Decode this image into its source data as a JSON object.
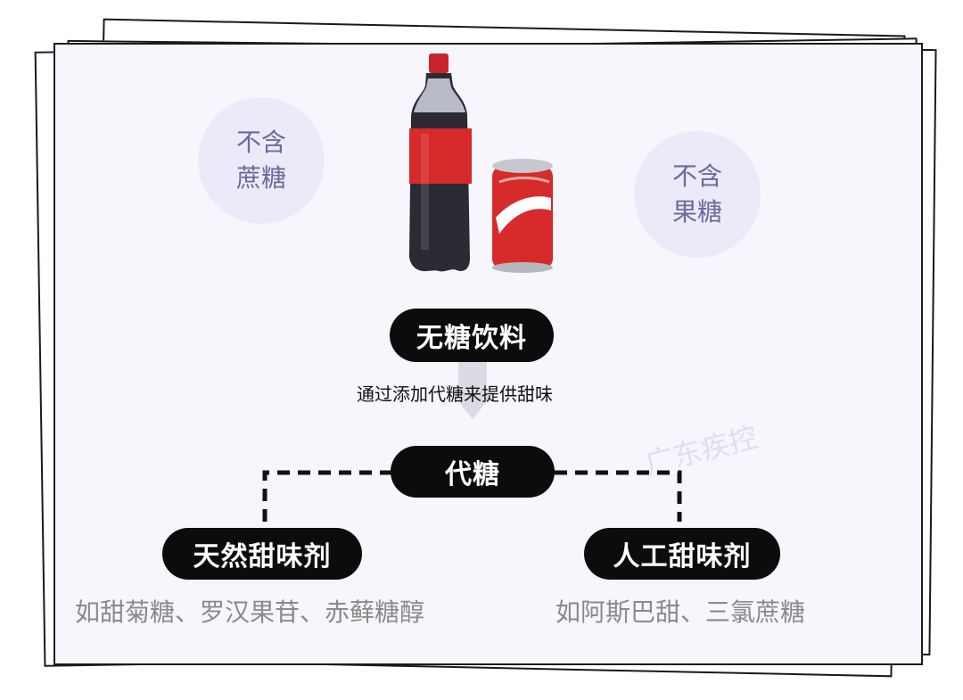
{
  "bubbles": {
    "left": [
      "不含",
      "蔗糖"
    ],
    "right": [
      "不含",
      "果糖"
    ]
  },
  "main_node": {
    "title": "无糖饮料",
    "caption": "通过添加代糖来提供甜味"
  },
  "center_node": {
    "title": "代糖"
  },
  "left_branch": {
    "title": "天然甜味剂",
    "examples": "如甜菊糖、罗汉果苷、赤藓糖醇"
  },
  "right_branch": {
    "title": "人工甜味剂",
    "examples": "如阿斯巴甜、三氯蔗糖"
  },
  "watermark": "广东疾控",
  "colors": {
    "bubble_bg": "#ebeaf8",
    "bubble_text": "#6c6a9c",
    "pill_bg": "#0c0c0c",
    "bottle_red": "#d72a2a",
    "bottle_dark": "#2c2a35"
  },
  "icons": [
    "cola-bottle-icon",
    "cola-can-icon"
  ]
}
